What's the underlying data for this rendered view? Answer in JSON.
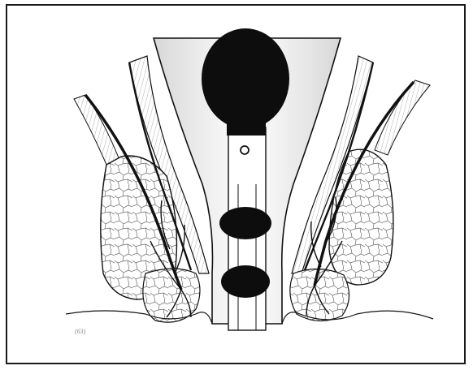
{
  "figure": {
    "artist_mark": "(63)"
  },
  "colors": {
    "ink": "#111111",
    "frame": "#1a1a1a",
    "background": "#ffffff",
    "wall_shade": "#e8e8e8",
    "muscle_stripe": "#bdbdbd"
  },
  "icons": {
    "balloon_upper": "filled-ellipse",
    "balloon_middle": "filled-ellipse",
    "balloon_lower": "filled-ellipse",
    "catheter_port": "small-circle"
  }
}
